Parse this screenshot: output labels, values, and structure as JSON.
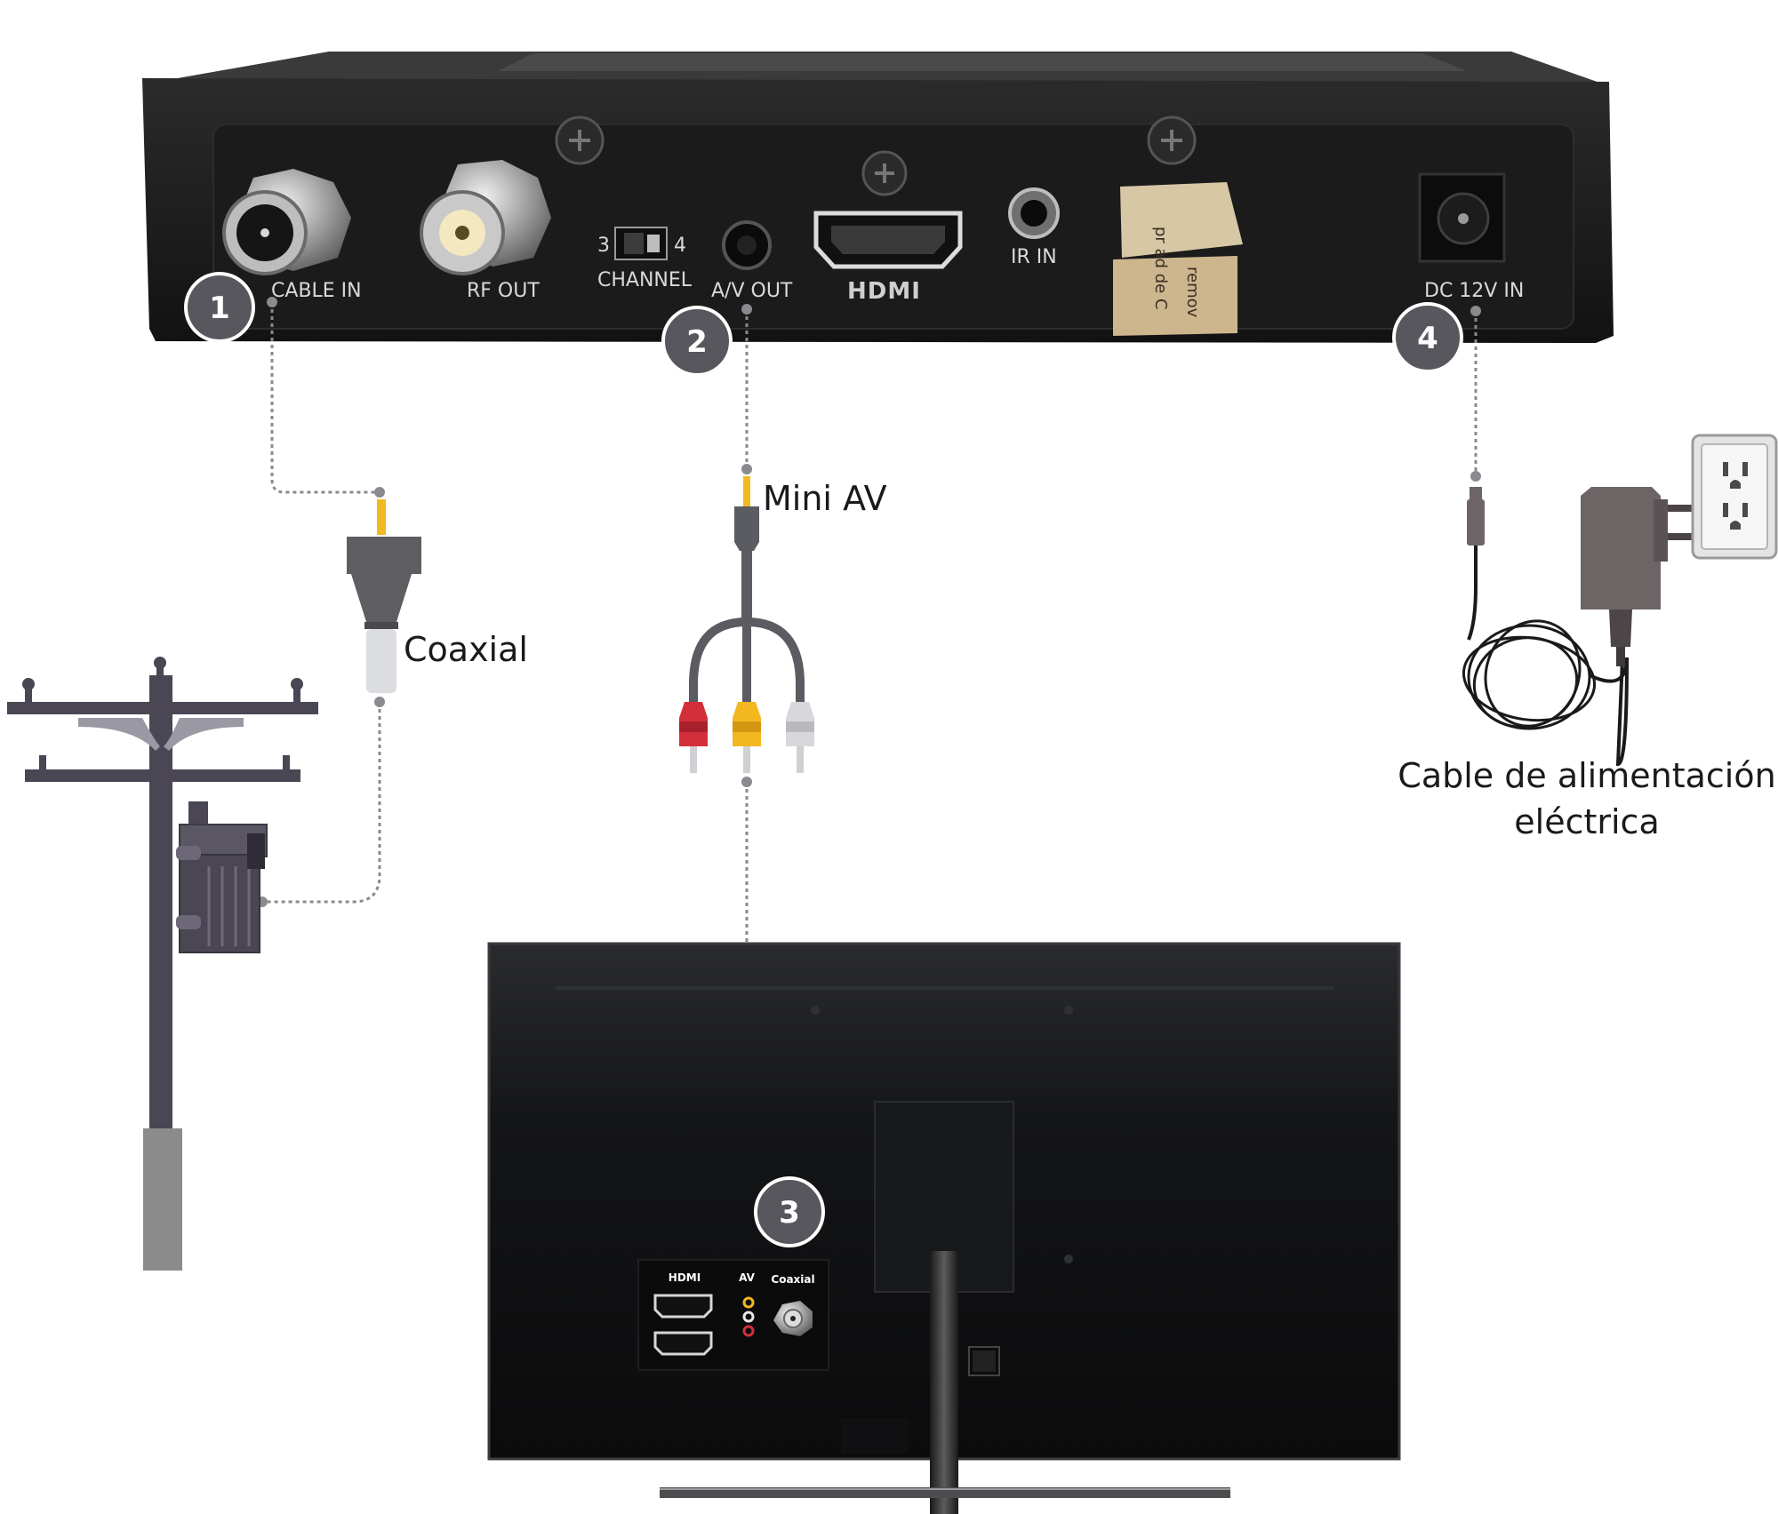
{
  "decoder_ports": {
    "cable_in": "CABLE IN",
    "rf_out": "RF OUT",
    "channel_low": "3",
    "channel_high": "4",
    "channel": "CHANNEL",
    "av_out": "A/V OUT",
    "hdmi_logo": "HDMI",
    "ir_in": "IR IN",
    "dc_in": "DC 12V IN",
    "tape_line_1": "pr ad de C",
    "tape_line_2": "remov"
  },
  "steps": [
    "1",
    "2",
    "3",
    "4"
  ],
  "callouts": {
    "coaxial": "Coaxial",
    "mini_av": "Mini AV",
    "power_line_1": "Cable de alimentación",
    "power_line_2": "eléctrica"
  },
  "tv_ports": {
    "hdmi": "HDMI",
    "av": "AV",
    "coaxial": "Coaxial"
  },
  "colors": {
    "badge": "#57575d",
    "connector_red": "#d32f3a",
    "connector_yellow": "#f3b81f",
    "connector_white": "#d7d8dc",
    "pole": "#4a4654",
    "adapter": "#6d6466"
  }
}
